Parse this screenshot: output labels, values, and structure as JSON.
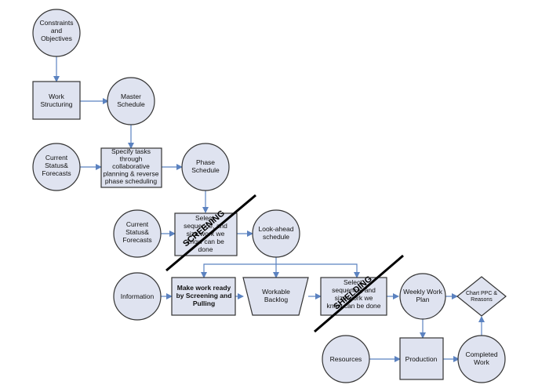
{
  "nodes": {
    "constraints": [
      "Constraints",
      "and",
      "Objectives"
    ],
    "work_structuring": [
      "Work",
      "Structuring"
    ],
    "master_schedule": [
      "Master",
      "Schedule"
    ],
    "current_status_1": [
      "Current",
      "Status&",
      "Forecasts"
    ],
    "specify_tasks": [
      "Specify tasks",
      "through",
      "collaborative",
      "planning & reverse",
      "phase scheduling"
    ],
    "phase_schedule": [
      "Phase",
      "Schedule"
    ],
    "current_status_2": [
      "Current",
      "Status&",
      "Forecasts"
    ],
    "select_lookahead": [
      "Select,",
      "sequence, and",
      "size work we",
      "know can be",
      "done"
    ],
    "lookahead_schedule": [
      "Look-ahead",
      "schedule"
    ],
    "information": [
      "Information"
    ],
    "make_ready": [
      "Make work ready",
      "by Screening and",
      "Pulling"
    ],
    "workable_backlog": [
      "Workable",
      "Backlog"
    ],
    "select_weekly": [
      "Select,",
      "sequence, and",
      "size work we",
      "know can be done"
    ],
    "weekly_work_plan": [
      "Weekly Work",
      "Plan"
    ],
    "chart_ppc": [
      "Chart PPC &",
      "Reasons"
    ],
    "resources": [
      "Resources"
    ],
    "production": [
      "Production"
    ],
    "completed_work": [
      "Completed",
      "Work"
    ]
  },
  "bands": {
    "screening": "SCREENING",
    "shielding": "SHIELDING"
  },
  "colors": {
    "node_fill": "#dfe3f0",
    "node_stroke": "#333333",
    "edge": "#5b82c0",
    "divider": "#000000"
  }
}
